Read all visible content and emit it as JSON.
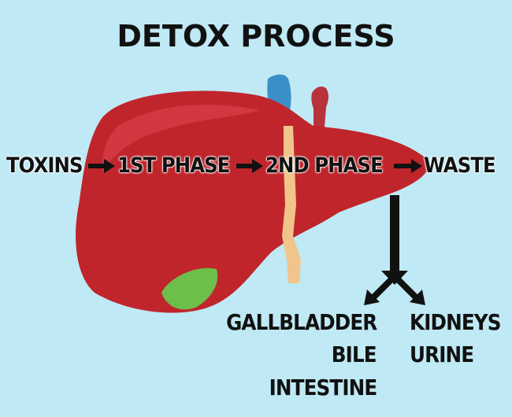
{
  "title": "DETOX PROCESS",
  "steps": [
    "TOXINS",
    "1ST PHASE",
    "2ND PHASE",
    "WASTE"
  ],
  "outputs": {
    "left": [
      "GALLBLADDER",
      "BILE",
      "INTESTINE"
    ],
    "right": [
      "KIDNEYS",
      "URINE"
    ]
  },
  "colors": {
    "background": "#bfe9f4",
    "liver": "#c0252c",
    "liver_highlight": "#d94048",
    "gallbladder": "#6cc04a",
    "vein": "#3b8fc8",
    "artery": "#b8323c",
    "bile_duct": "#f1c48c",
    "text": "#111111"
  },
  "icons": [
    "liver-icon",
    "gallbladder-icon",
    "vein-icon",
    "artery-icon",
    "arrow-icon"
  ]
}
